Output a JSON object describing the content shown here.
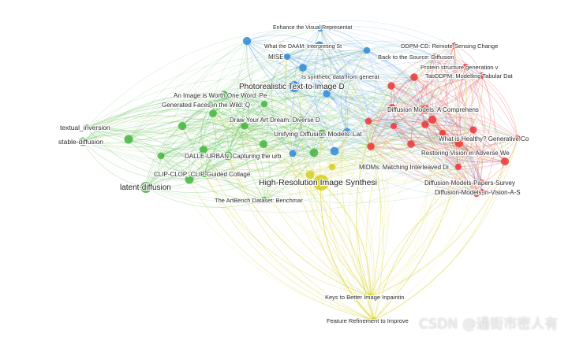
{
  "colors": {
    "green": "#4cb848",
    "blue": "#3a8fd9",
    "red": "#ec3e3e",
    "yellow": "#d7d12a"
  },
  "nodes": [
    {
      "id": "n1",
      "label": "Enhance the Visual Representat",
      "cluster": "blue",
      "weight": 1
    },
    {
      "id": "n2",
      "label": "What the DAAM: Interpreting St",
      "cluster": "blue",
      "weight": 2
    },
    {
      "id": "n3",
      "label": "MISE",
      "cluster": "blue",
      "weight": 1
    },
    {
      "id": "n4",
      "label": "DDPM-CD: Remote Sensing Change",
      "cluster": "red",
      "weight": 1
    },
    {
      "id": "n5",
      "label": "Back to the Source: Diffusion-",
      "cluster": "red",
      "weight": 1
    },
    {
      "id": "n6",
      "label": "Protein structure generation v",
      "cluster": "red",
      "weight": 1
    },
    {
      "id": "n7",
      "label": "TabDDPM: Modelling Tabular Dat",
      "cluster": "red",
      "weight": 1
    },
    {
      "id": "n8",
      "label": "Is synthetic data from generat",
      "cluster": "blue",
      "weight": 1
    },
    {
      "id": "n9",
      "label": "Photorealistic Text-to-Image D",
      "cluster": "blue",
      "weight": 3
    },
    {
      "id": "n10",
      "label": "An Image is Worth One Word: Pe",
      "cluster": "green",
      "weight": 2
    },
    {
      "id": "n11",
      "label": "Generated Faces in the Wild: Q",
      "cluster": "green",
      "weight": 1
    },
    {
      "id": "n12",
      "label": "Diffusion Models: A Comprehens",
      "cluster": "red",
      "weight": 2
    },
    {
      "id": "n13",
      "label": "textual_inversion",
      "cluster": "green",
      "weight": 1
    },
    {
      "id": "n14",
      "label": "stable-diffusion",
      "cluster": "green",
      "weight": 2
    },
    {
      "id": "n15",
      "label": "Draw Your Art Dream: Diverse D",
      "cluster": "green",
      "weight": 1
    },
    {
      "id": "n16",
      "label": "Unifying Diffusion Models' Lat",
      "cluster": "green",
      "weight": 2
    },
    {
      "id": "n17",
      "label": "What is Healthy? Generative Co",
      "cluster": "red",
      "weight": 1
    },
    {
      "id": "n18",
      "label": "DALLE-URBAN: Capturing the urb",
      "cluster": "green",
      "weight": 2
    },
    {
      "id": "n19",
      "label": "Restoring Vision in Adverse We",
      "cluster": "red",
      "weight": 1
    },
    {
      "id": "n20",
      "label": "MIDMs: Matching Interleaved Di",
      "cluster": "red",
      "weight": 1
    },
    {
      "id": "n21",
      "label": "CLIP-CLOP: CLIP-Guided Collage",
      "cluster": "green",
      "weight": 1
    },
    {
      "id": "n22",
      "label": "High-Resolution Image Synthesi",
      "cluster": "yellow",
      "weight": 5
    },
    {
      "id": "n23",
      "label": "Diffusion-Models-Papers-Survey",
      "cluster": "red",
      "weight": 1
    },
    {
      "id": "n24",
      "label": "latent-diffusion",
      "cluster": "green",
      "weight": 3
    },
    {
      "id": "n25",
      "label": "Diffusion-Models-in-Vision-A-S",
      "cluster": "red",
      "weight": 1
    },
    {
      "id": "n26",
      "label": "The ArtBench Dataset: Benchmar",
      "cluster": "green",
      "weight": 1
    },
    {
      "id": "n27",
      "label": "Keys to Better Image Inpaintin",
      "cluster": "yellow",
      "weight": 1
    },
    {
      "id": "n28",
      "label": "Feature Refinement to Improve",
      "cluster": "yellow",
      "weight": 1
    }
  ],
  "watermark": {
    "prefix": "CSDN",
    "handle": "@通街市密人有"
  }
}
